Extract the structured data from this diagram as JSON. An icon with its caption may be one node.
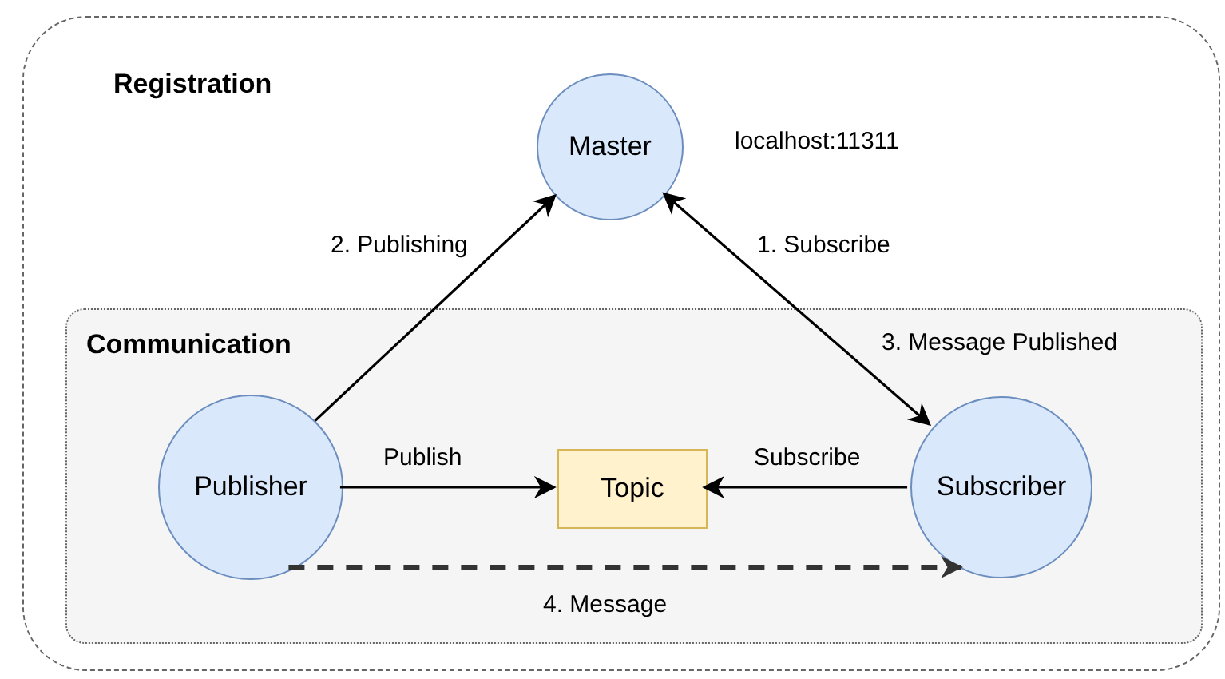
{
  "diagram": {
    "nodes": [
      {
        "text": [
          "Registration"
        ]
      },
      {
        "text": [
          "Master"
        ],
        "in": 0,
        "beside": [
          "localhost:11311"
        ]
      },
      {
        "text": [
          "Communication"
        ],
        "in": 0
      },
      {
        "text": [
          "Publisher"
        ],
        "in": 2
      },
      {
        "text": [
          "Topic"
        ],
        "in": 2
      },
      {
        "text": [
          "Subscriber"
        ],
        "in": 2
      }
    ],
    "edges": [
      {
        "from": 3,
        "to": 1,
        "arrow": "to",
        "label": "2. Publishing"
      },
      {
        "from": 1,
        "to": 5,
        "arrow": "both",
        "label": "1. Subscribe"
      },
      {
        "from": 3,
        "to": 4,
        "arrow": "to",
        "label": "Publish"
      },
      {
        "from": 5,
        "to": 4,
        "arrow": "to",
        "label": "Subscribe"
      },
      {
        "from": 3,
        "to": 5,
        "arrow": "to",
        "label": "4. Message",
        "style": "dashed",
        "color": "#333333"
      }
    ],
    "labels": [
      "3. Message Published"
    ]
  }
}
